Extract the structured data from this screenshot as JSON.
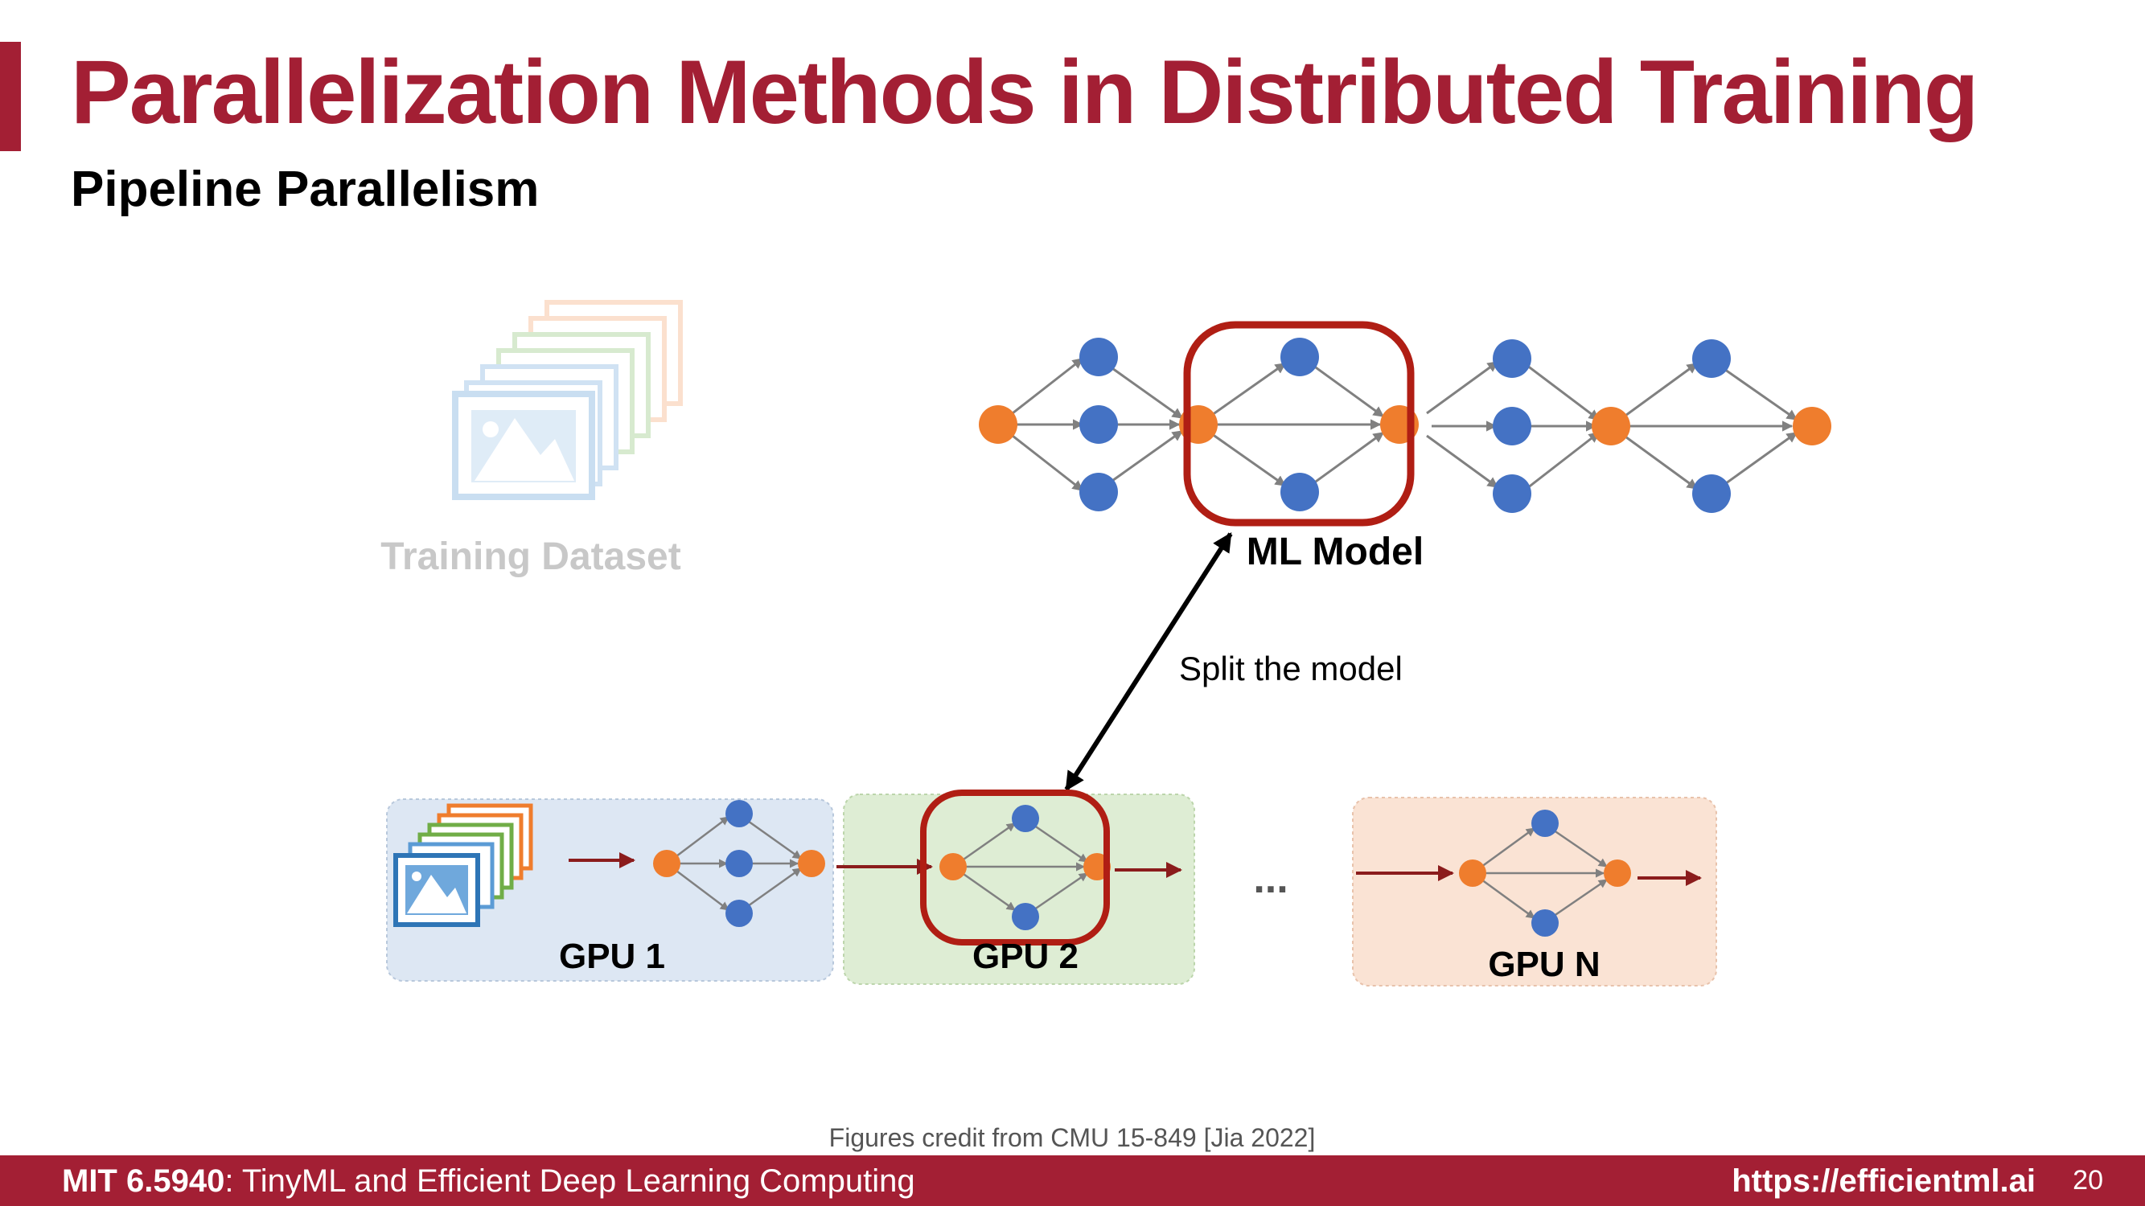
{
  "slide": {
    "title": "Parallelization Methods in Distributed Training",
    "subtitle": "Pipeline Parallelism"
  },
  "diagram": {
    "dataset_label": "Training Dataset",
    "model_label": "ML Model",
    "split_label": "Split the model",
    "gpu_labels": [
      "GPU 1",
      "GPU 2",
      "GPU N"
    ],
    "ellipsis": "...",
    "credit": "Figures credit from CMU 15-849 [Jia 2022]"
  },
  "footer": {
    "course_code": "MIT 6.5940",
    "course_name": ": TinyML and Efficient Deep Learning Computing",
    "url": "https://efficientml.ai",
    "page_number": "20"
  },
  "colors": {
    "accent": "#a31f34",
    "orange_node": "#ef7d2d",
    "blue_node": "#4472c4",
    "gpu1_bg": "#dde7f3",
    "gpu2_bg": "#deedd4",
    "gpuN_bg": "#fae3d4",
    "highlight": "#b01e14"
  }
}
